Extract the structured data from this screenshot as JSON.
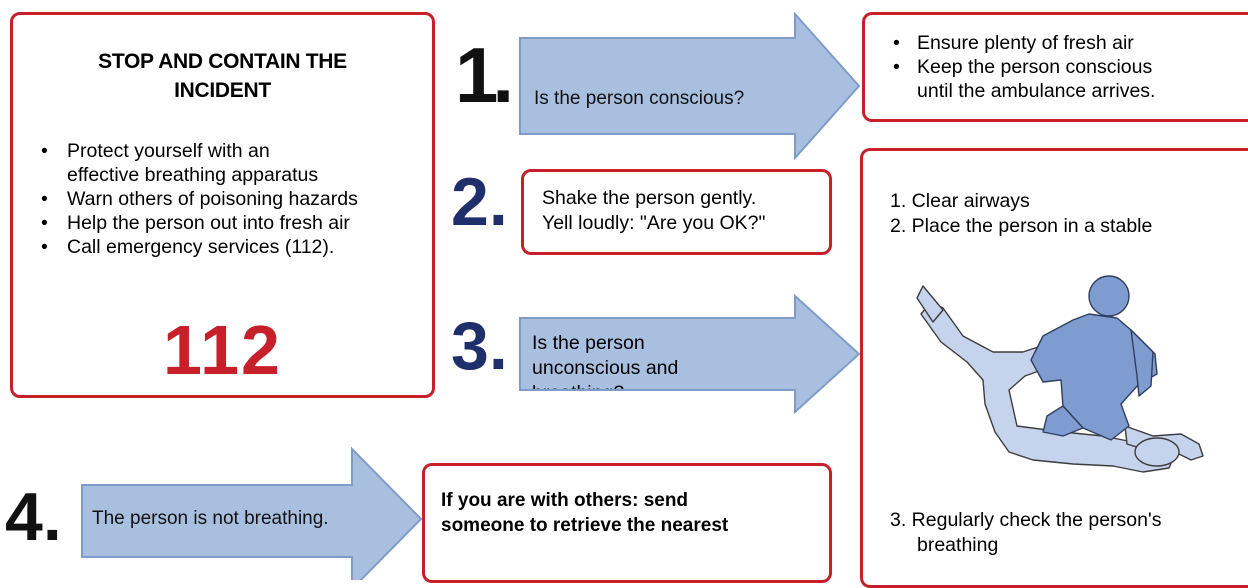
{
  "colors": {
    "border_red": "#c8202a",
    "number_blue": "#1f2f6b",
    "arrow_fill": "#a9bfe0",
    "arrow_stroke": "#7f9cc9",
    "figure_dark": "#7e9ccf",
    "figure_light": "#c6d3ec"
  },
  "incident": {
    "title_line1": "STOP AND CONTAIN THE",
    "title_line2": "INCIDENT",
    "bullets": [
      "Protect yourself with an",
      "effective breathing apparatus",
      "Warn others of poisoning hazards",
      "Help the person out into fresh air",
      "Call emergency services (112)."
    ],
    "emergency_number": "112"
  },
  "steps": [
    {
      "number": "1.",
      "arrow_text": "Is the person conscious?"
    },
    {
      "number": "2.",
      "box_line1": "Shake the person gently.",
      "box_line2": "Yell loudly: \"Are you OK?\""
    },
    {
      "number": "3.",
      "arrow_line1": "Is the person",
      "arrow_line2": "unconscious and",
      "arrow_line3": "breathing?"
    },
    {
      "number": "4.",
      "arrow_text": "The person is not breathing."
    }
  ],
  "conscious_actions": [
    "Ensure plenty of fresh air",
    "Keep the person conscious",
    "until the ambulance arrives."
  ],
  "recovery": {
    "item1": "1. Clear airways",
    "item2": "2. Place the person in a stable",
    "item3_line1": "3. Regularly check the person's",
    "item3_line2": "breathing",
    "illustration": "recovery-position-figure"
  },
  "not_breathing_action": {
    "line1": "If you are with others: send",
    "line2": "someone to retrieve the nearest"
  }
}
